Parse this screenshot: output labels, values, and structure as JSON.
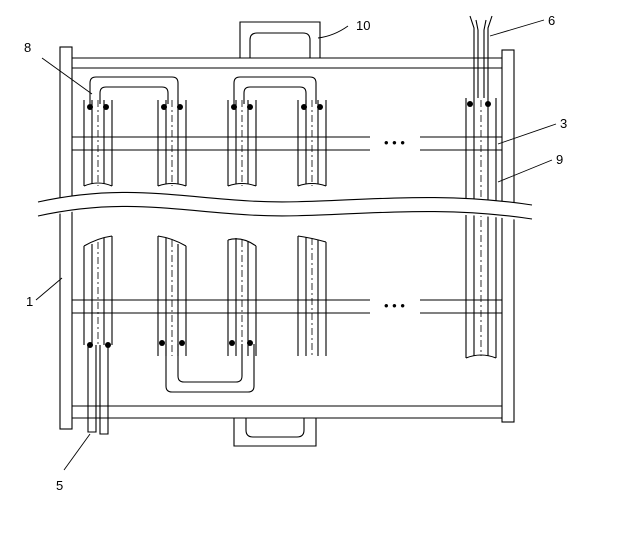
{
  "labels": {
    "frame": "1",
    "shaft_mid": "3",
    "bottom_terminal": "5",
    "top_terminal": "6",
    "top_connector": "8",
    "tube_lower": "9",
    "top_handle": "10"
  },
  "ellipsis": {
    "upper": "• • •",
    "lower": "• • •"
  }
}
